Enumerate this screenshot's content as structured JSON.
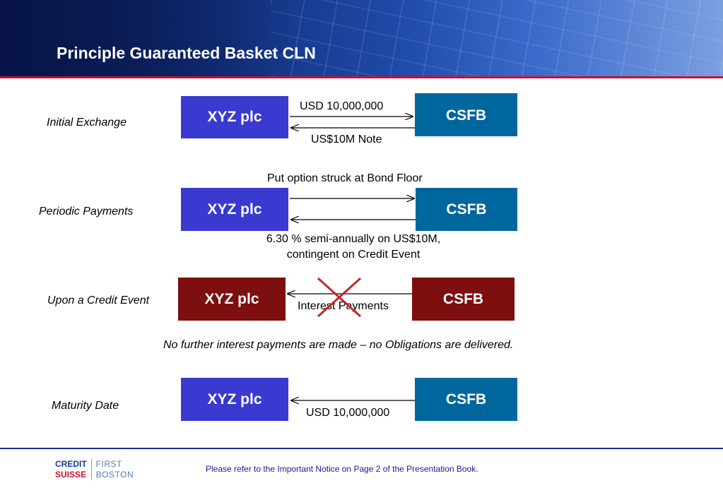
{
  "header": {
    "title": "Principle Guaranteed Basket CLN"
  },
  "rows": {
    "initial": {
      "label": "Initial Exchange",
      "left_box": "XYZ plc",
      "right_box": "CSFB",
      "top_text": "USD 10,000,000",
      "bottom_text": "US$10M Note"
    },
    "periodic": {
      "label": "Periodic Payments",
      "left_box": "XYZ plc",
      "right_box": "CSFB",
      "top_text": "Put option struck at Bond Floor",
      "bottom_text_1": "6.30 % semi-annually on US$10M,",
      "bottom_text_2": "contingent on Credit Event"
    },
    "credit_event": {
      "label": "Upon a Credit Event",
      "left_box": "XYZ plc",
      "right_box": "CSFB",
      "arrow_text": "Interest Payments",
      "note": "No further interest payments are made – no Obligations are delivered."
    },
    "maturity": {
      "label": "Maturity Date",
      "left_box": "XYZ plc",
      "right_box": "CSFB",
      "bottom_text": "USD 10,000,000"
    }
  },
  "footer": {
    "logo_line1_left": "CREDIT",
    "logo_line2_left": "SUISSE",
    "logo_line1_right": "FIRST",
    "logo_line2_right": "BOSTON",
    "notice": "Please refer to the Important Notice on Page 2 of the Presentation Book."
  },
  "colors": {
    "xyz_box": "#3a3ad0",
    "csfb_box": "#00679e",
    "credit_event_box": "#7e0f10",
    "cross": "#c0282a",
    "accent_rule": "#c8102e"
  }
}
